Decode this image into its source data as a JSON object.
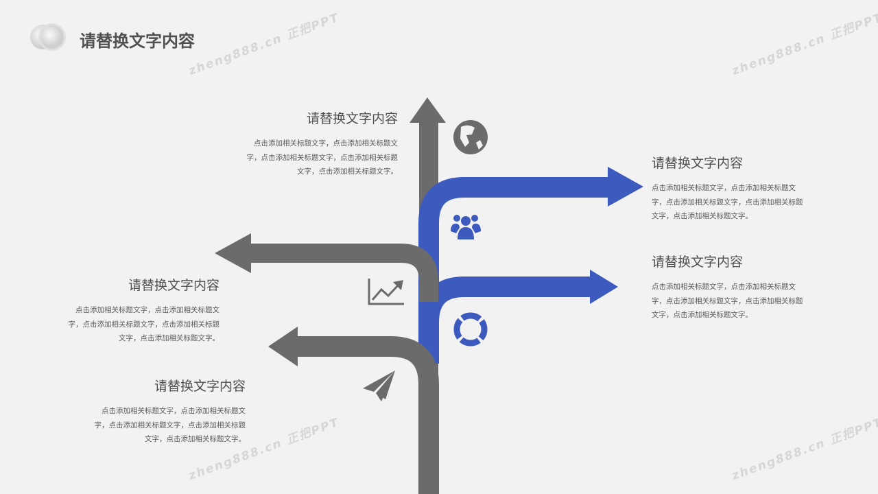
{
  "header": {
    "title": "请替换文字内容"
  },
  "watermark": "zheng888.cn 正把PPT",
  "colors": {
    "gray": "#6b6b6b",
    "blue": "#3d5bbf"
  },
  "blocks": [
    {
      "title": "请替换文字内容",
      "body": "点击添加相关标题文字，点击添加相关标题文字，点击添加相关标题文字，点击添加相关标题文字，点击添加相关标题文字。",
      "icon": "globe-icon"
    },
    {
      "title": "请替换文字内容",
      "body": "点击添加相关标题文字，点击添加相关标题文字，点击添加相关标题文字，点击添加相关标题文字，点击添加相关标题文字。",
      "icon": "people-icon"
    },
    {
      "title": "请替换文字内容",
      "body": "点击添加相关标题文字，点击添加相关标题文字，点击添加相关标题文字，点击添加相关标题文字，点击添加相关标题文字。",
      "icon": "chart-icon"
    },
    {
      "title": "请替换文字内容",
      "body": "点击添加相关标题文字，点击添加相关标题文字，点击添加相关标题文字，点击添加相关标题文字，点击添加相关标题文字。",
      "icon": "lifebuoy-icon"
    },
    {
      "title": "请替换文字内容",
      "body": "点击添加相关标题文字，点击添加相关标题文字，点击添加相关标题文字，点击添加相关标题文字，点击添加相关标题文字。",
      "icon": "paper-plane-icon"
    }
  ]
}
